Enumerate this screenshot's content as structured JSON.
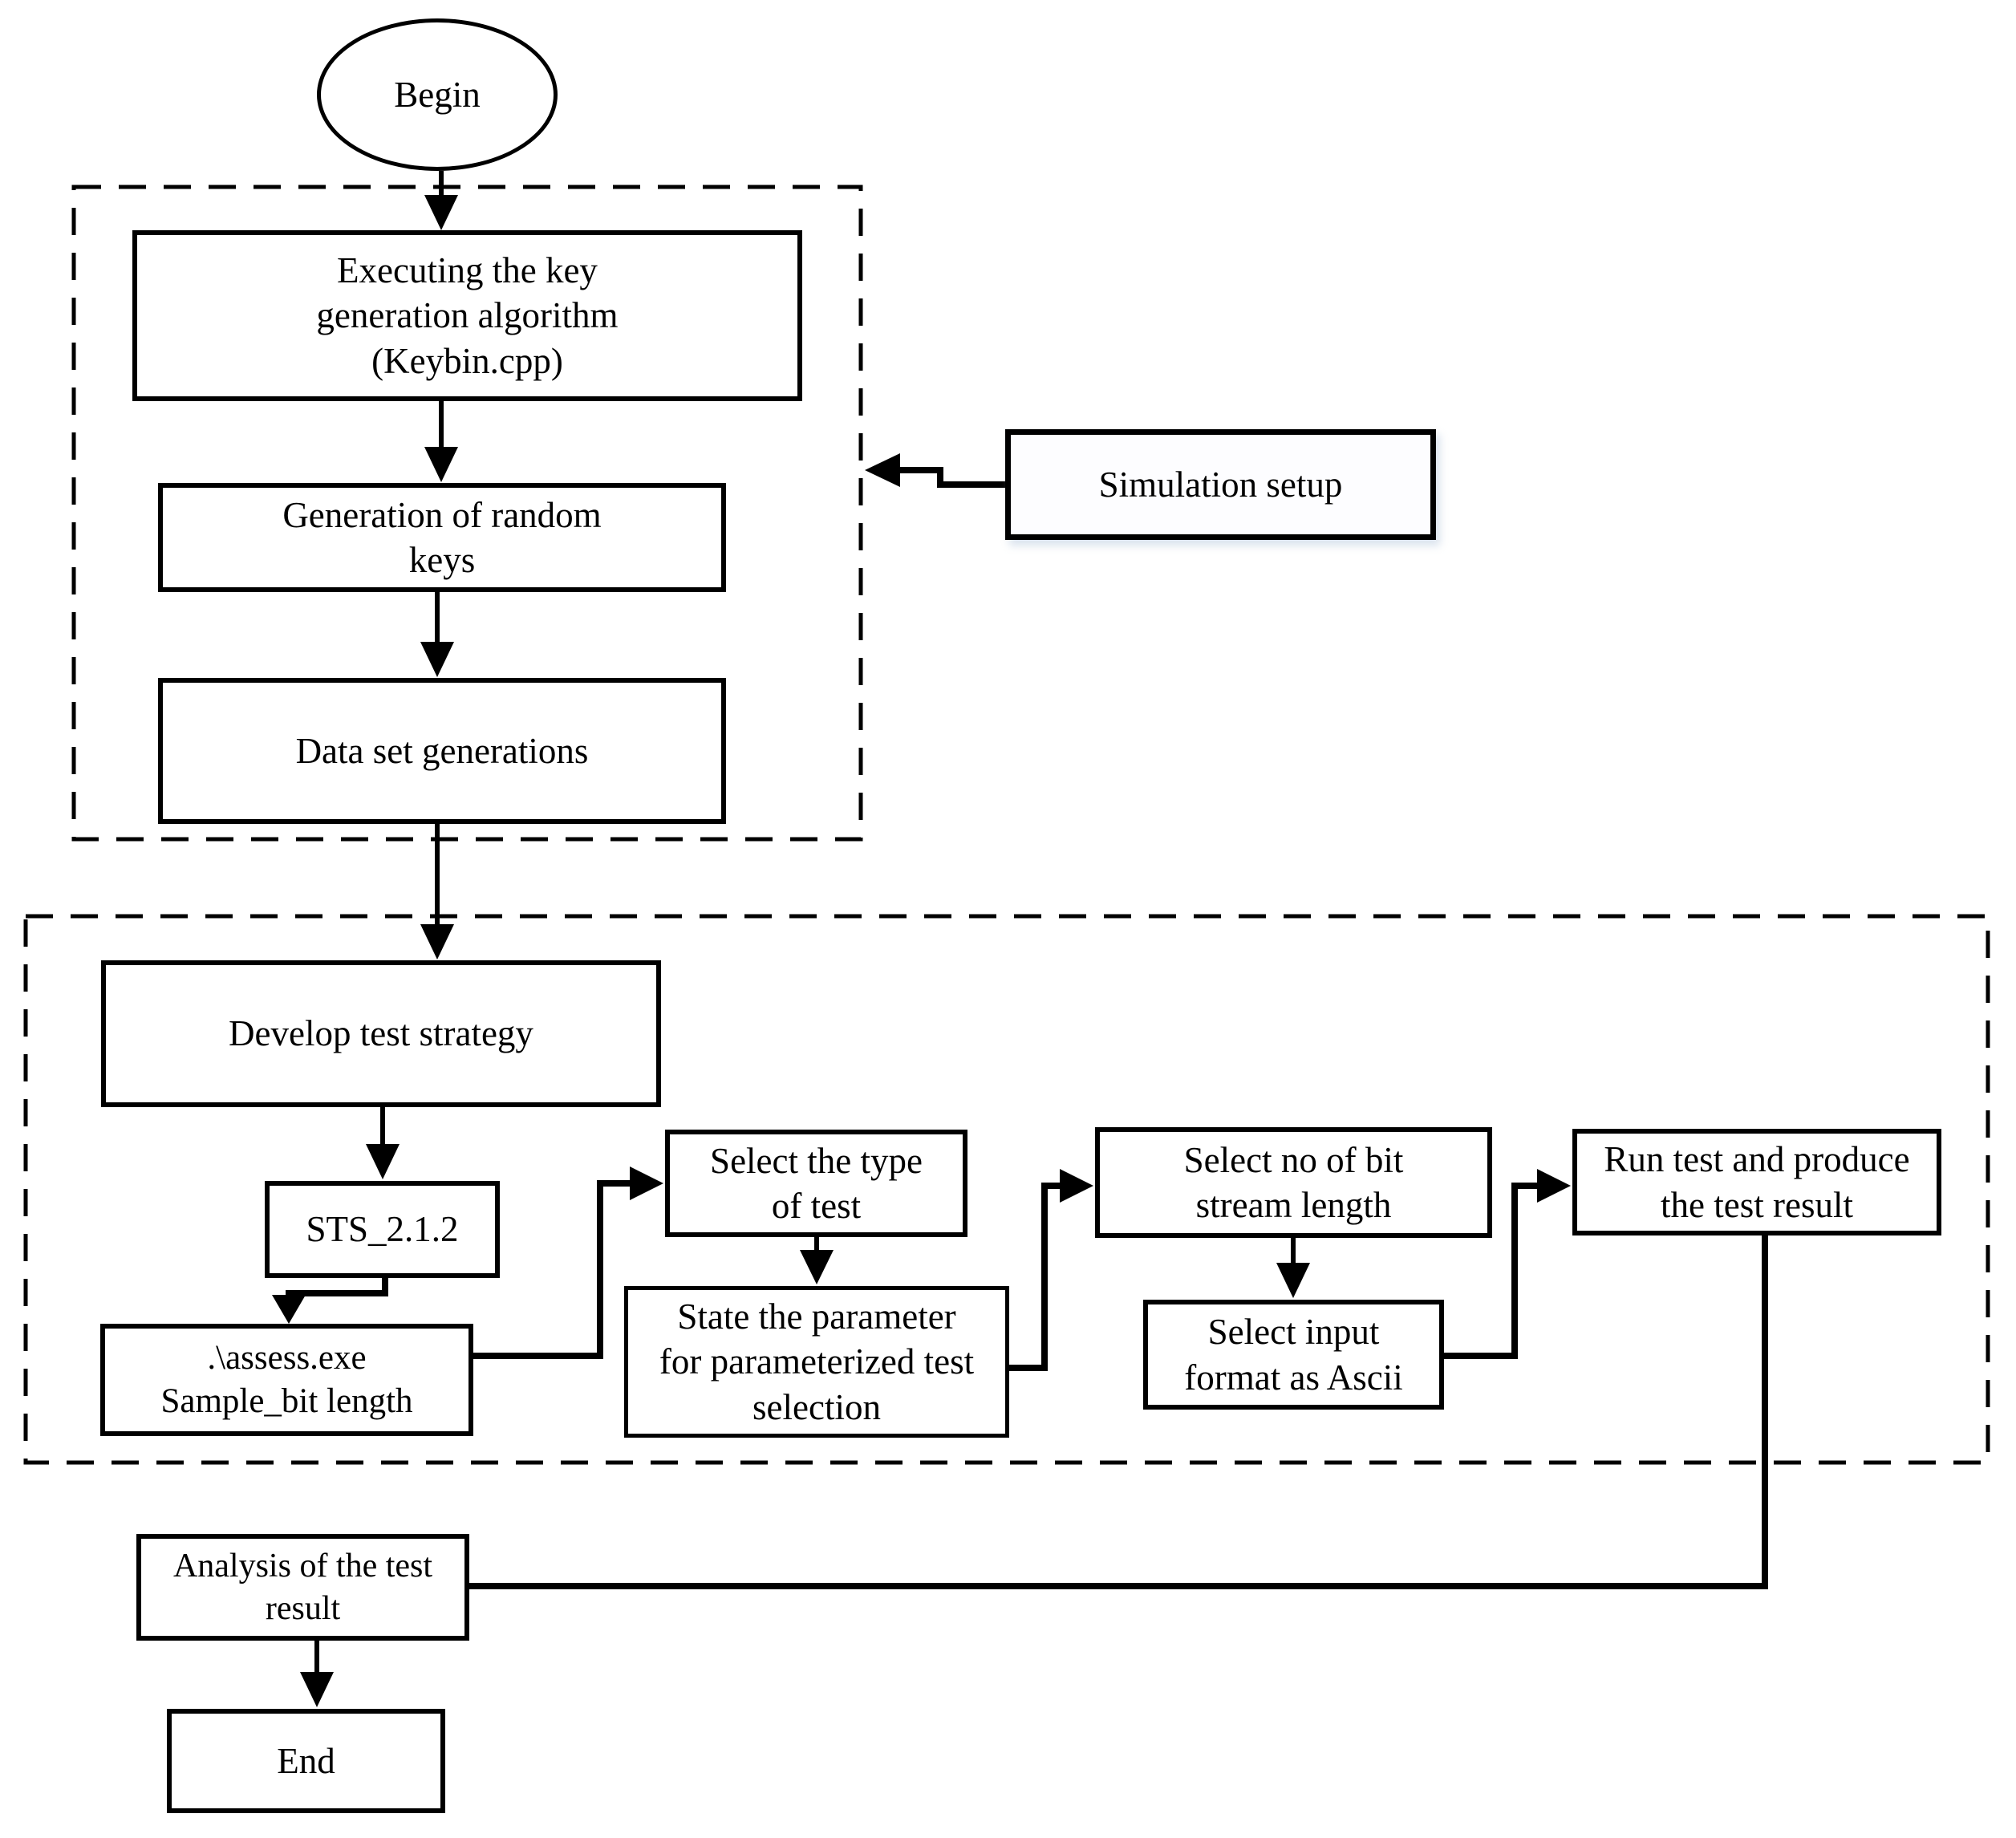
{
  "colors": {
    "stroke": "#000000",
    "background": "#ffffff"
  },
  "nodes": {
    "begin": {
      "label": "Begin",
      "type": "terminator"
    },
    "exec_keygen": {
      "label": "Executing the key\ngeneration algorithm\n(Keybin.cpp)",
      "type": "process"
    },
    "gen_random_keys": {
      "label": "Generation of random\nkeys",
      "type": "process"
    },
    "data_set_generations": {
      "label": "Data set generations",
      "type": "process"
    },
    "simulation_setup": {
      "label": "Simulation setup",
      "type": "process"
    },
    "develop_test_strategy": {
      "label": "Develop test strategy",
      "type": "process"
    },
    "sts_212": {
      "label": "STS_2.1.2",
      "type": "process"
    },
    "assess_exe": {
      "label": ".\\assess.exe\nSample_bit length",
      "type": "process"
    },
    "select_test_type": {
      "label": "Select the type\nof test",
      "type": "process"
    },
    "state_parameter": {
      "label": "State the parameter\nfor parameterized test\nselection",
      "type": "process"
    },
    "select_bit_stream": {
      "label": "Select no of bit\nstream length",
      "type": "process"
    },
    "select_input_format": {
      "label": "Select input\nformat as Ascii",
      "type": "process"
    },
    "run_test": {
      "label": "Run test and produce\nthe test result",
      "type": "process"
    },
    "analysis_result": {
      "label": "Analysis of the test\nresult",
      "type": "process"
    },
    "end": {
      "label": "End",
      "type": "terminator"
    }
  },
  "groups": {
    "key_generation_phase": {
      "style": "dashed"
    },
    "test_strategy_phase": {
      "style": "dashed"
    }
  }
}
